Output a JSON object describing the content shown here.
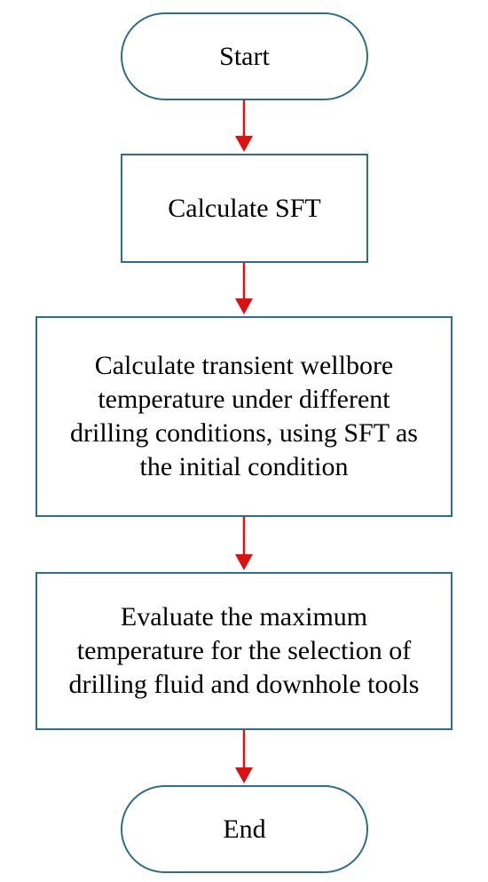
{
  "flowchart": {
    "start": {
      "label": "Start"
    },
    "step1": {
      "label": "Calculate SFT"
    },
    "step2": {
      "lines": [
        "Calculate transient wellbore",
        "temperature under different",
        "drilling conditions, using SFT as",
        "the initial condition"
      ]
    },
    "step3": {
      "lines": [
        "Evaluate the maximum",
        "temperature for the selection of",
        "drilling fluid and downhole tools"
      ]
    },
    "end": {
      "label": "End"
    }
  },
  "colors": {
    "border": "#2e6e86",
    "arrow": "#e01010",
    "text": "#000000"
  }
}
